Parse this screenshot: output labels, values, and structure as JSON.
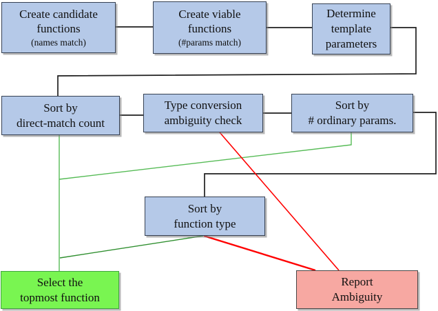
{
  "diagram": {
    "type": "flowchart",
    "nodes": {
      "create_candidate": {
        "label": "Create candidate\nfunctions",
        "note": "(names match)",
        "kind": "process"
      },
      "create_viable": {
        "label": "Create viable\nfunctions",
        "note": "(#params match)",
        "kind": "process"
      },
      "determine_template": {
        "label": "Determine\ntemplate\nparameters",
        "kind": "process"
      },
      "sort_direct_match": {
        "label": "Sort by\ndirect-match count",
        "kind": "process"
      },
      "type_conversion": {
        "label": "Type conversion\nambiguity check",
        "kind": "process"
      },
      "sort_ordinary": {
        "label": "Sort by\n# ordinary params.",
        "kind": "process"
      },
      "sort_function_type": {
        "label": "Sort by\nfunction type",
        "kind": "process"
      },
      "select_topmost": {
        "label": "Select the\ntopmost function",
        "kind": "success"
      },
      "report_ambiguity": {
        "label": "Report\nAmbiguity",
        "kind": "error"
      }
    },
    "edges": [
      {
        "id": "candidate-to-viable",
        "from": "create_candidate",
        "to": "create_viable",
        "color": "black"
      },
      {
        "id": "viable-to-template",
        "from": "create_viable",
        "to": "determine_template",
        "color": "black"
      },
      {
        "id": "template-to-direct-match",
        "from": "determine_template",
        "to": "sort_direct_match",
        "color": "black"
      },
      {
        "id": "direct-match-to-type-conversion",
        "from": "sort_direct_match",
        "to": "type_conversion",
        "color": "black"
      },
      {
        "id": "type-conversion-to-ordinary",
        "from": "type_conversion",
        "to": "sort_ordinary",
        "color": "black"
      },
      {
        "id": "ordinary-to-function-type",
        "from": "sort_ordinary",
        "to": "sort_function_type",
        "color": "black"
      },
      {
        "id": "direct-match-to-select",
        "from": "sort_direct_match",
        "to": "select_topmost",
        "color": "green"
      },
      {
        "id": "ordinary-to-select",
        "from": "sort_ordinary",
        "to": "select_topmost",
        "color": "green"
      },
      {
        "id": "function-type-to-select",
        "from": "sort_function_type",
        "to": "select_topmost",
        "color": "green_dark"
      },
      {
        "id": "type-conversion-to-report",
        "from": "type_conversion",
        "to": "report_ambiguity",
        "color": "red"
      },
      {
        "id": "function-type-to-report",
        "from": "sort_function_type",
        "to": "report_ambiguity",
        "color": "red"
      }
    ],
    "colors": {
      "process_fill": "#b5c9e8",
      "process_border": "#354052",
      "success_fill": "#79f551",
      "success_border": "#3ea43e",
      "error_fill": "#f7a8a2",
      "error_border": "#474747",
      "edge_black": "#1e1e1e",
      "edge_green": "#55bb55",
      "edge_green_dark": "#2f8f2f",
      "edge_red": "#ff0000"
    }
  }
}
